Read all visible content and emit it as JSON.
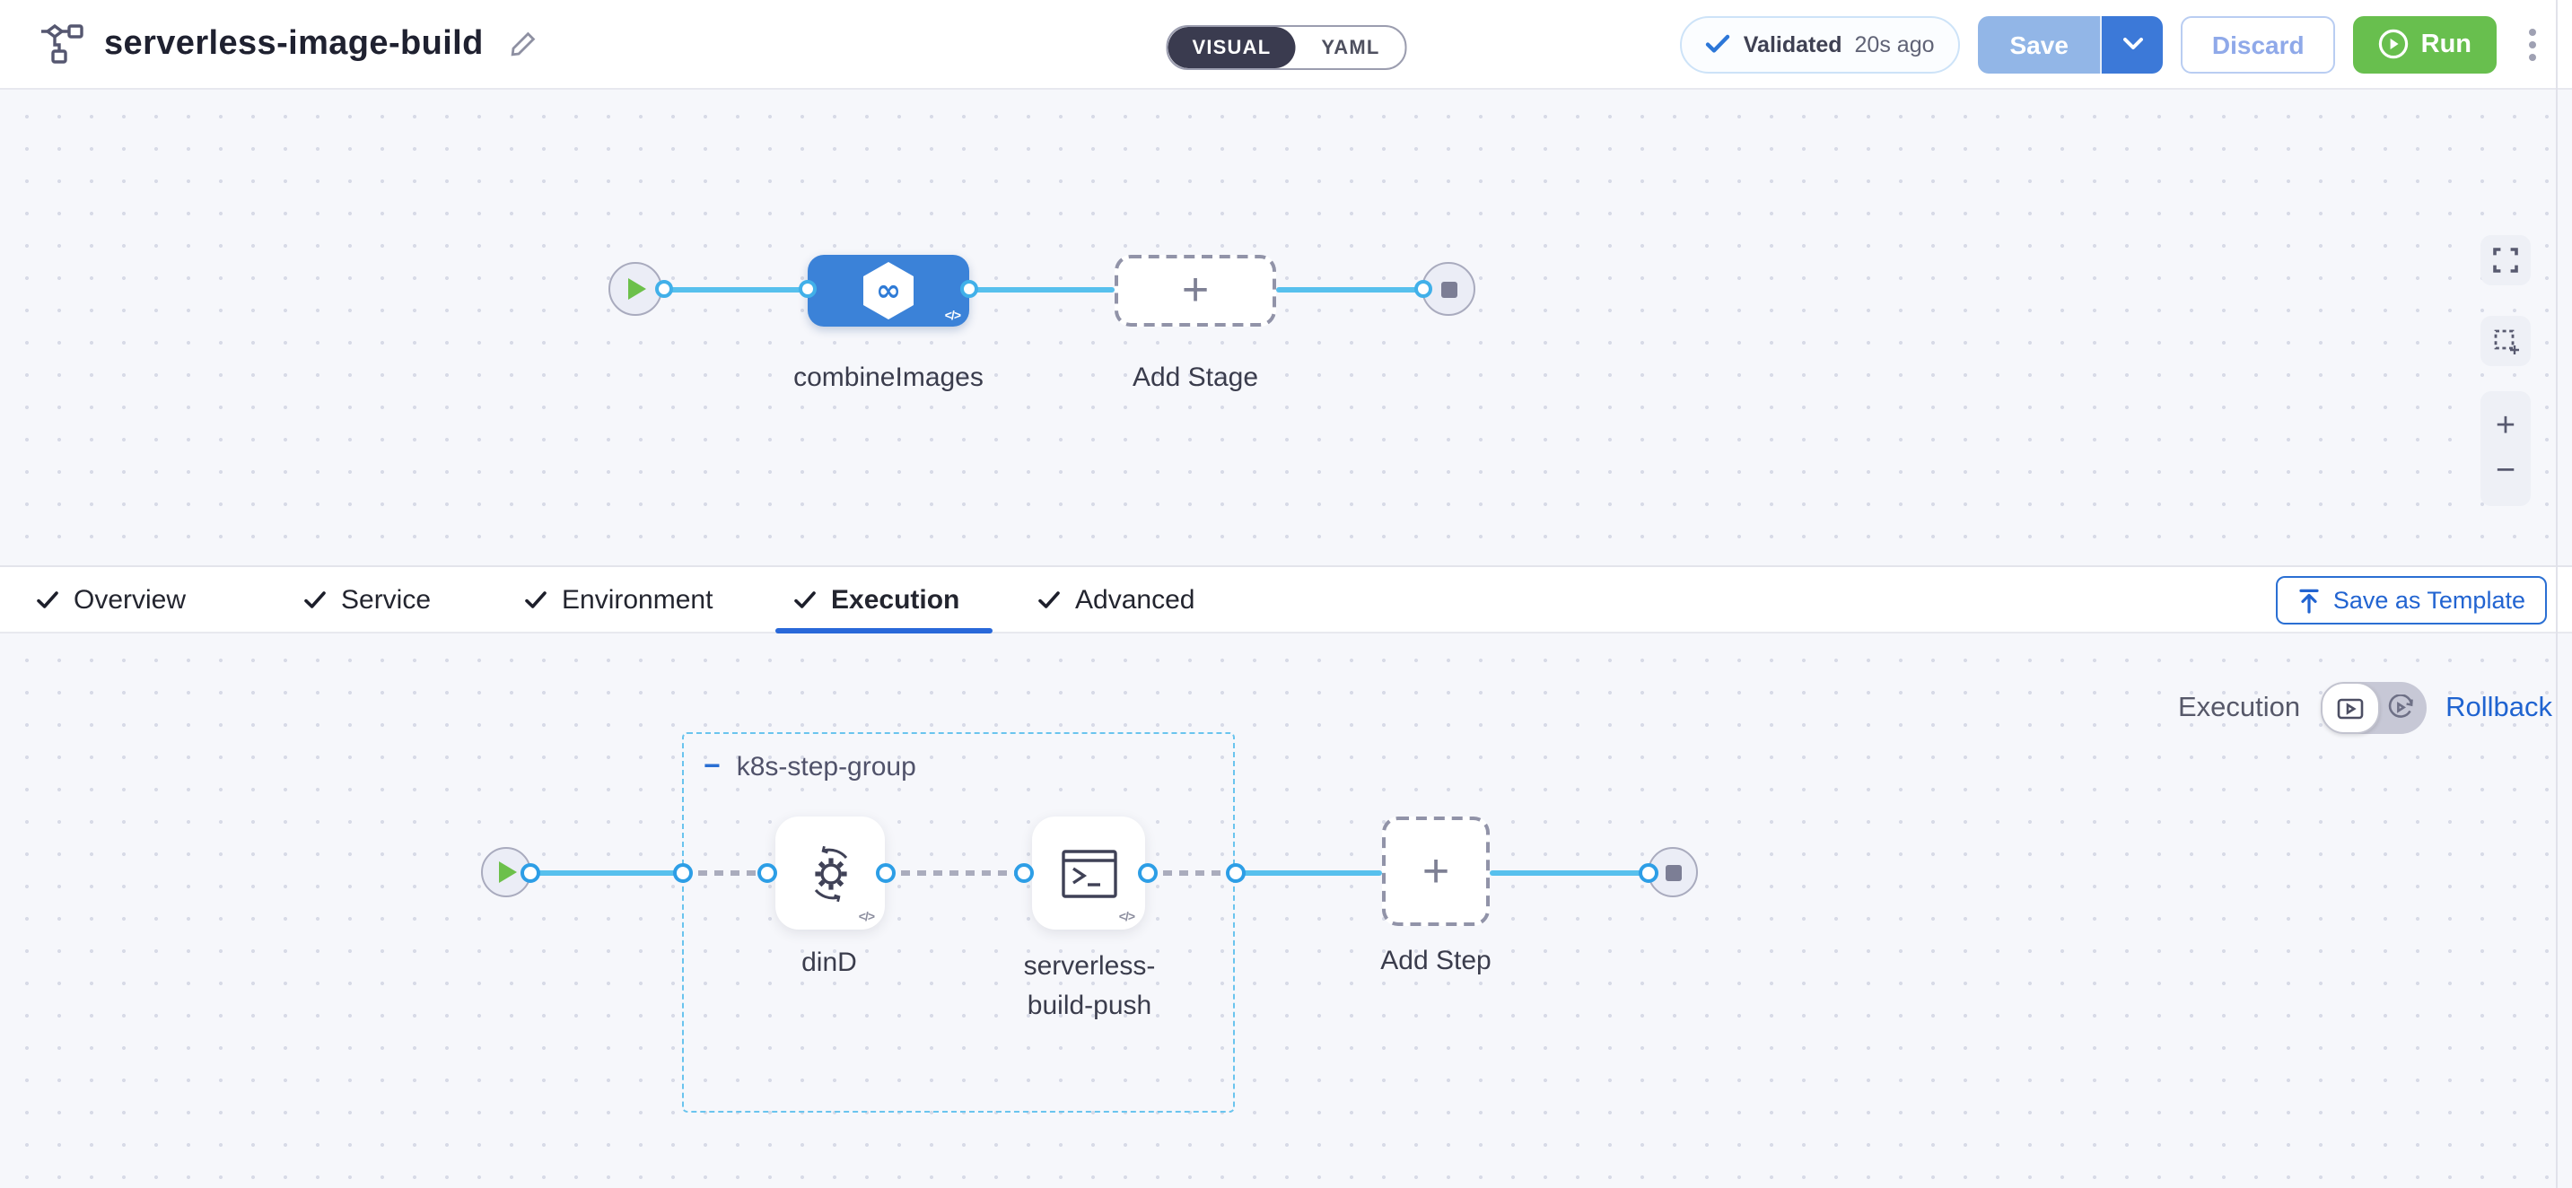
{
  "header": {
    "title": "serverless-image-build",
    "mode_toggle": {
      "visual": "VISUAL",
      "yaml": "YAML",
      "active": "VISUAL"
    },
    "validated_label": "Validated",
    "validated_time": "20s ago",
    "save_label": "Save",
    "discard_label": "Discard",
    "run_label": "Run"
  },
  "stage_canvas": {
    "stage_label": "combineImages",
    "add_stage_label": "Add Stage"
  },
  "tabs": {
    "items": [
      {
        "label": "Overview"
      },
      {
        "label": "Service"
      },
      {
        "label": "Environment"
      },
      {
        "label": "Execution"
      },
      {
        "label": "Advanced"
      }
    ],
    "active": "Execution",
    "save_as_template_label": "Save as Template"
  },
  "execution": {
    "panel_label": "Execution",
    "rollback_label": "Rollback",
    "group_label": "k8s-step-group",
    "step1_label": "dinD",
    "step2_label": "serverless-build-push",
    "add_step_label": "Add Step"
  },
  "icons": {
    "plus": "+",
    "minus": "−",
    "code": "</>",
    "infinity": "∞"
  },
  "colors": {
    "accent_blue": "#2a6fd3",
    "stage_blue": "#3b82d8",
    "flow_line": "#57c0ed",
    "run_green": "#68bf4e",
    "save_disabled_blue": "#92b6e7",
    "group_dash_blue": "#6ac4ee",
    "canvas_bg": "#f6f7fb"
  }
}
